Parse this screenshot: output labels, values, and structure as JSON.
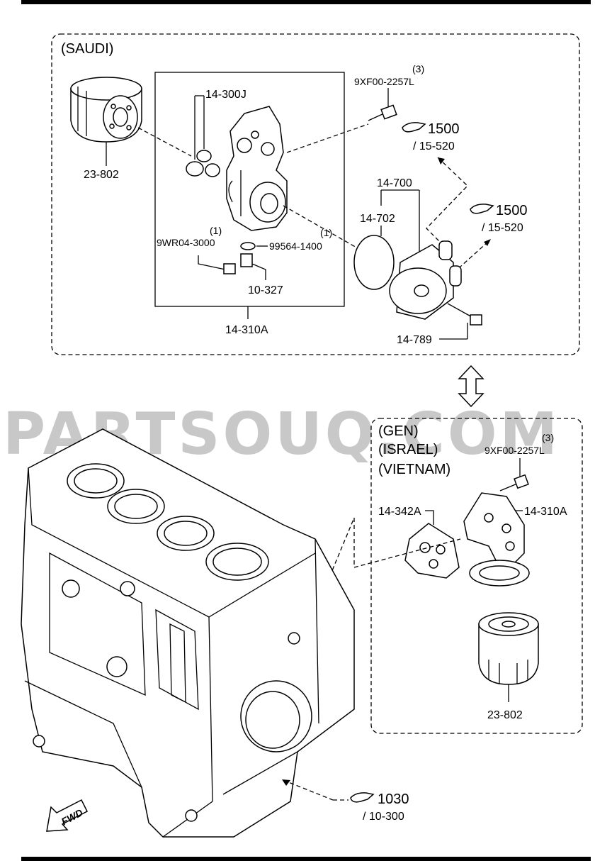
{
  "watermark": "PARTSOUQ.COM",
  "saudi": {
    "region": "(SAUDI)",
    "labels": {
      "oring_set": "14-300J",
      "bolt_qty": "(3)",
      "bolt_top": "9XF00-2257L",
      "ref1_num": "1500",
      "ref1_sub": "/ 15-520",
      "ref2_num": "1500",
      "ref2_sub": "/ 15-520",
      "cooler": "14-700",
      "cooler_oring": "14-702",
      "filter": "23-802",
      "plug_qty": "(1)",
      "plug": "9WR04-3000",
      "gasket_qty": "(1)",
      "gasket": "99564-1400",
      "drain": "10-327",
      "housing": "14-310A",
      "cooler_bolt": "14-789"
    }
  },
  "gen": {
    "region_1": "(GEN)",
    "region_2": "(ISRAEL)",
    "region_3": "(VIETNAM)",
    "labels": {
      "bolt_qty": "(3)",
      "bolt": "9XF00-2257L",
      "gasket": "14-342A",
      "housing": "14-310A",
      "filter": "23-802"
    }
  },
  "block": {
    "ref_num": "1030",
    "ref_sub": "/ 10-300",
    "fwd": "FWD"
  }
}
